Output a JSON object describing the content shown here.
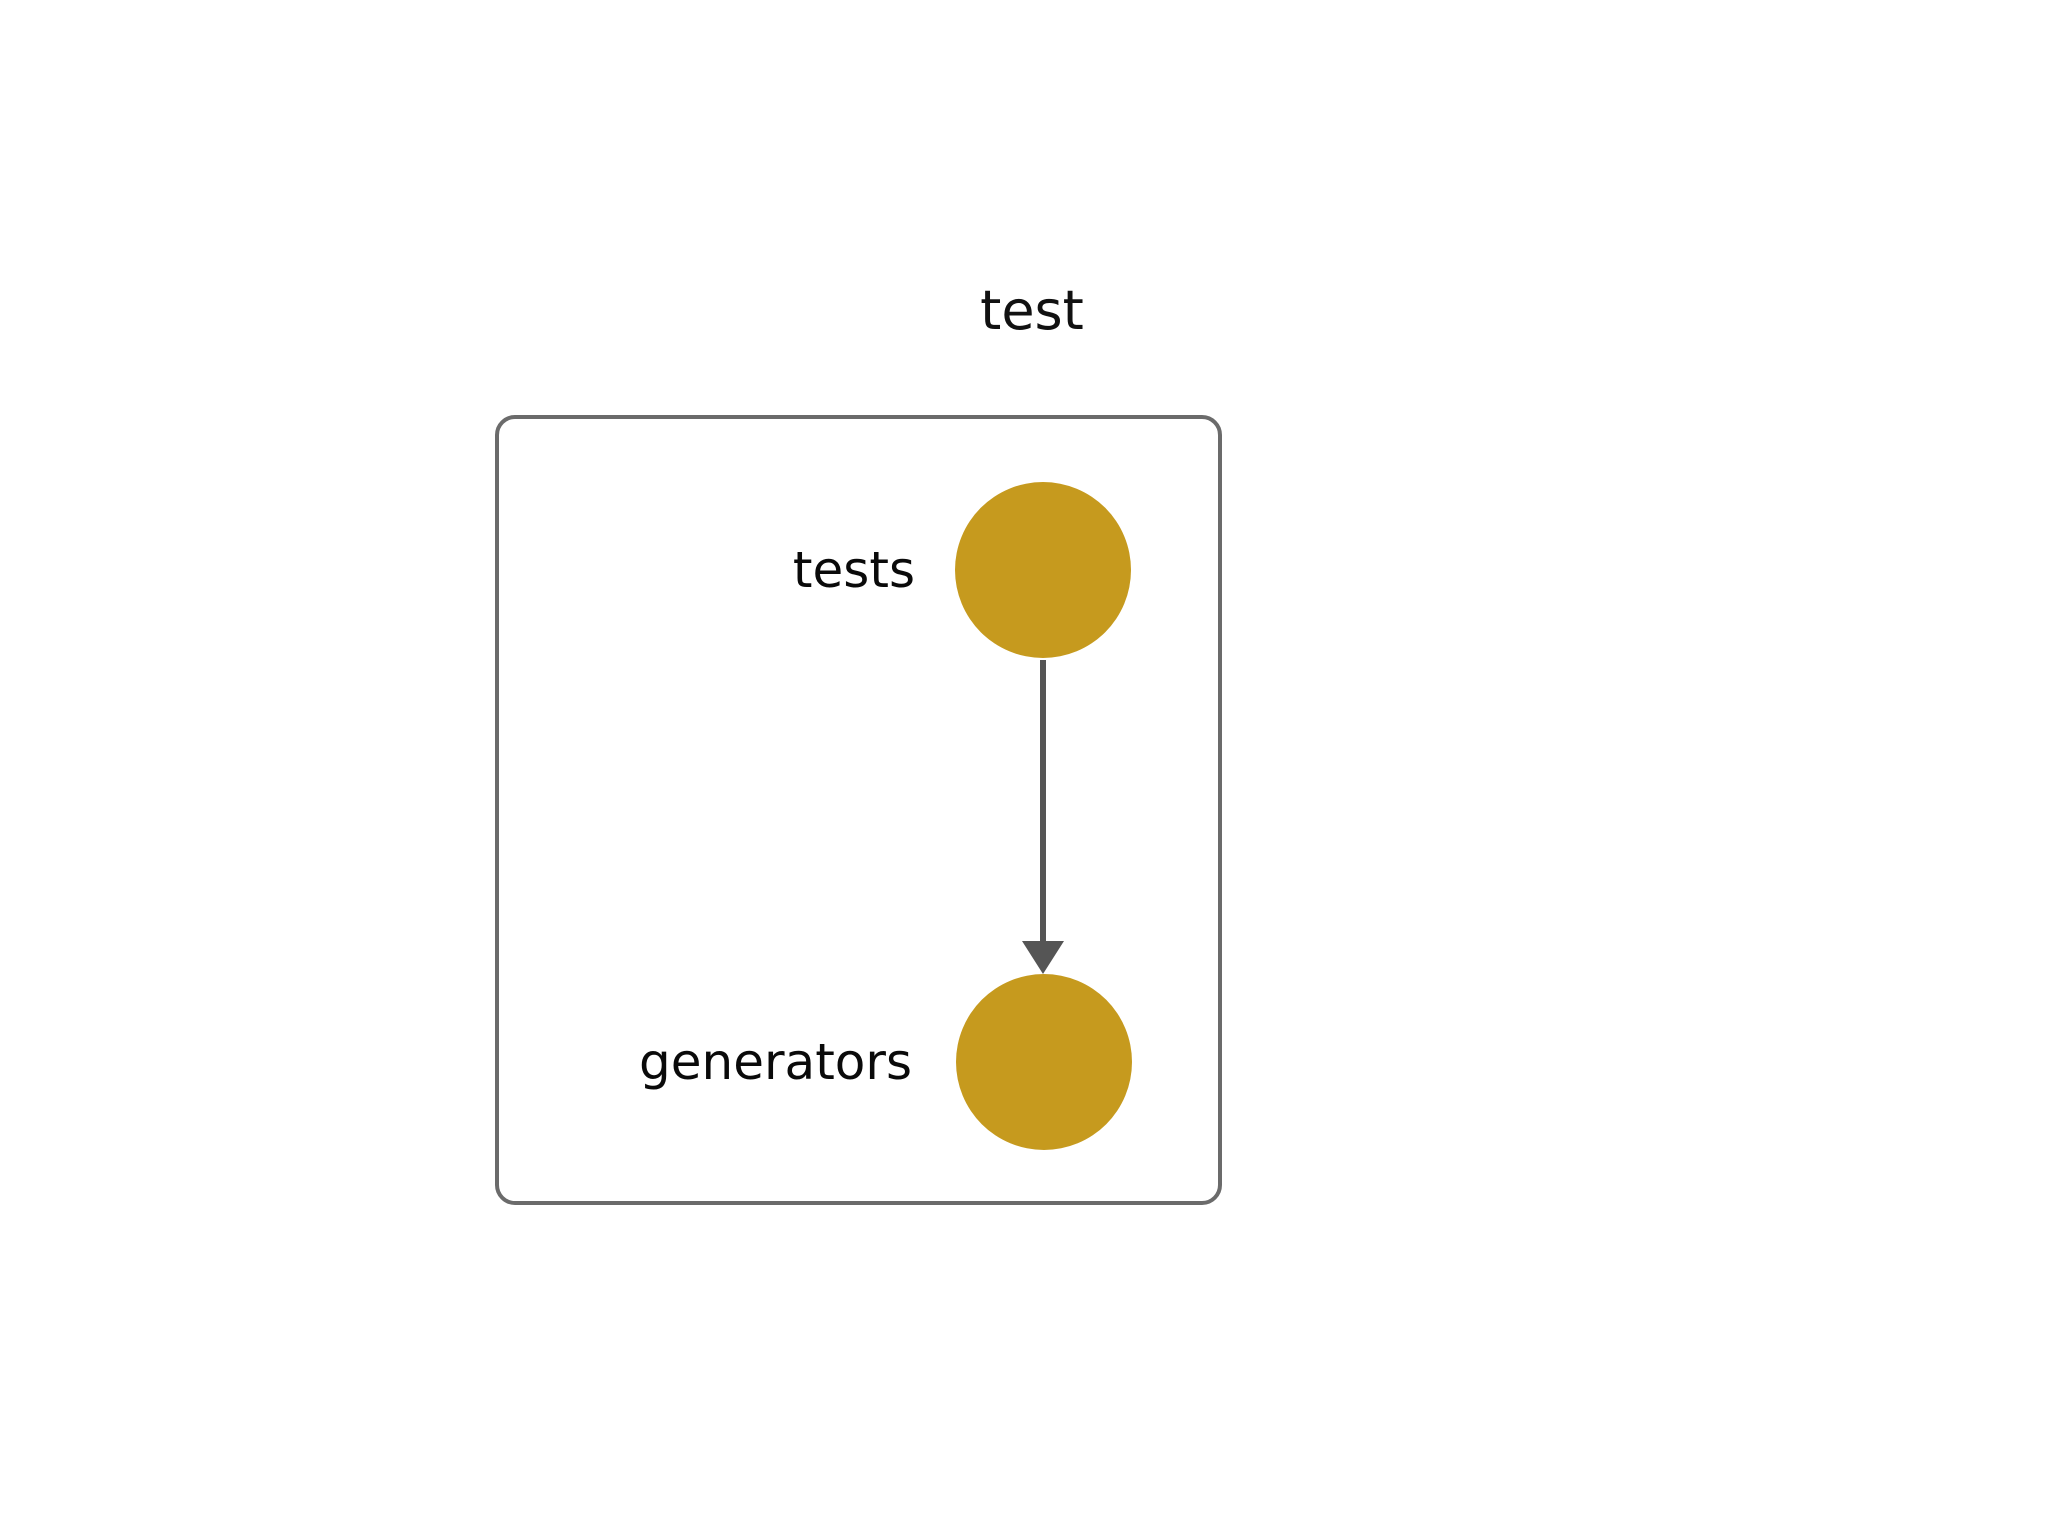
{
  "graph": {
    "title": "test",
    "background_color": "#ffffff",
    "cluster": {
      "name": "test",
      "border_color": "#6b6b6b",
      "fill_color": "#ffffff"
    },
    "node_color": "#c69a1e",
    "edge_color": "#555555",
    "nodes": [
      {
        "id": "tests",
        "label": "tests"
      },
      {
        "id": "generators",
        "label": "generators"
      }
    ],
    "edges": [
      {
        "from": "tests",
        "to": "generators",
        "arrow": "down"
      }
    ]
  }
}
